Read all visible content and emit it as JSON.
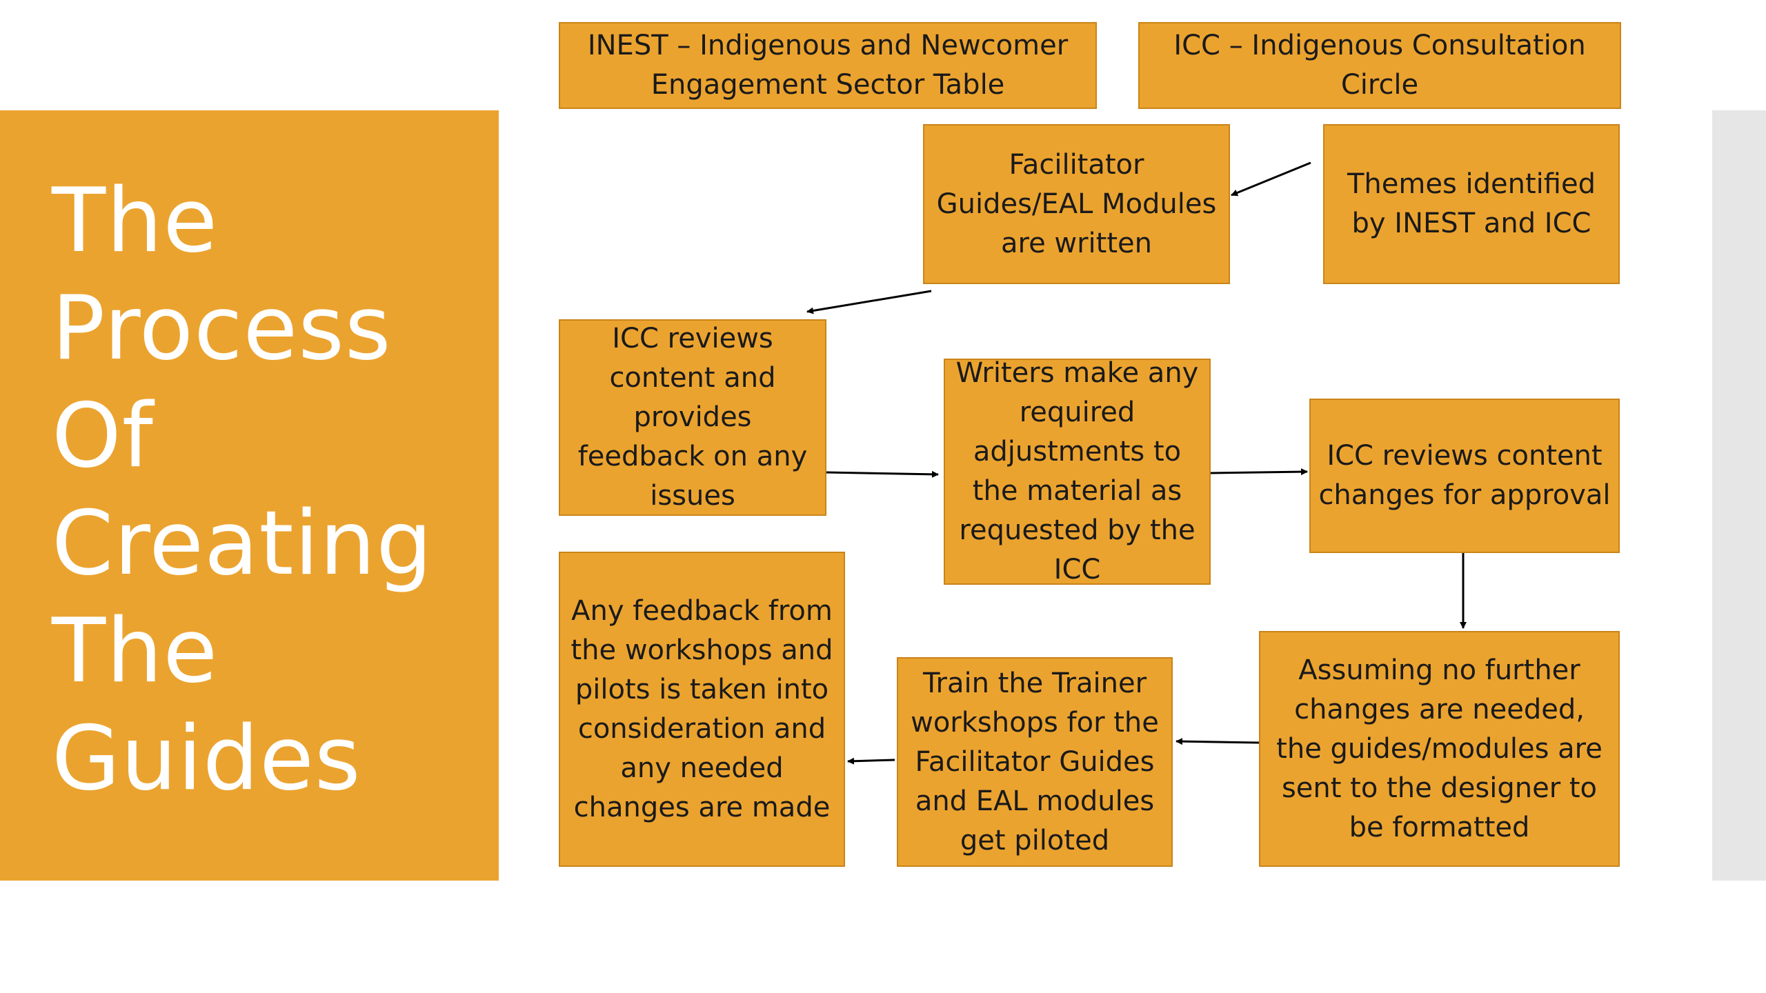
{
  "title": {
    "lines": [
      "The",
      "Process",
      "Of",
      "Creating",
      "The",
      "Guides"
    ]
  },
  "boxes": {
    "inest": "INEST – Indigenous and Newcomer Engagement Sector Table",
    "icc": "ICC – Indigenous Consultation Circle",
    "facilitator": "Facilitator Guides/EAL Modules are written",
    "themes": "Themes identified by INEST and ICC",
    "icc_review_feedback": "ICC reviews content and provides feedback on any issues",
    "writers": "Writers make any required adjustments to the material as requested by the ICC",
    "icc_review_approval": "ICC reviews content changes for approval",
    "feedback_workshops": "Any feedback from the workshops and pilots is taken into consideration and any needed changes are made",
    "train_trainer": "Train the Trainer workshops for the Facilitator Guides and EAL modules get piloted",
    "assuming": "Assuming no further changes are needed, the guides/modules are sent to the designer to be formatted"
  },
  "colors": {
    "box_fill": "#eba32f",
    "title_panel": "#eba32f",
    "title_text": "#ffffff",
    "right_strip": "#e6e6e6",
    "arrow": "#000000"
  }
}
